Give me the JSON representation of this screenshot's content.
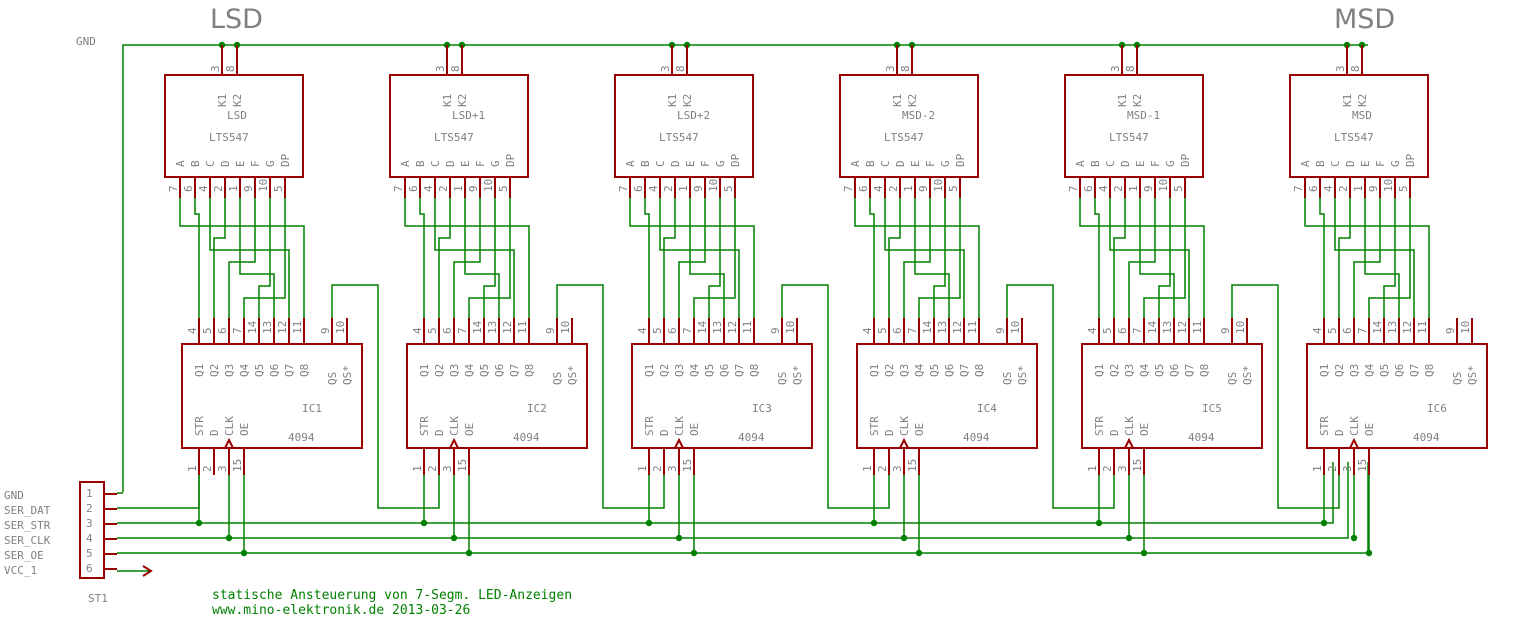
{
  "titles": {
    "lsd": "LSD",
    "msd": "MSD"
  },
  "gnd_label": "GND",
  "displays": [
    {
      "name": "LSD",
      "part": "LTS547"
    },
    {
      "name": "LSD+1",
      "part": "LTS547"
    },
    {
      "name": "LSD+2",
      "part": "LTS547"
    },
    {
      "name": "MSD-2",
      "part": "LTS547"
    },
    {
      "name": "MSD-1",
      "part": "LTS547"
    },
    {
      "name": "MSD",
      "part": "LTS547"
    }
  ],
  "display_top_pins": [
    "3",
    "8"
  ],
  "display_top_labels": [
    "K1",
    "K2"
  ],
  "display_seg_labels": [
    "A",
    "B",
    "C",
    "D",
    "E",
    "F",
    "G",
    "DP"
  ],
  "display_seg_pins": [
    "7",
    "6",
    "4",
    "2",
    "1",
    "9",
    "10",
    "5"
  ],
  "ics": [
    {
      "name": "IC1",
      "part": "4094"
    },
    {
      "name": "IC2",
      "part": "4094"
    },
    {
      "name": "IC3",
      "part": "4094"
    },
    {
      "name": "IC4",
      "part": "4094"
    },
    {
      "name": "IC5",
      "part": "4094"
    },
    {
      "name": "IC6",
      "part": "4094"
    }
  ],
  "ic_out_pins": [
    "4",
    "5",
    "6",
    "7",
    "14",
    "13",
    "12",
    "11"
  ],
  "ic_out_labels": [
    "Q1",
    "Q2",
    "Q3",
    "Q4",
    "Q5",
    "Q6",
    "Q7",
    "Q8"
  ],
  "ic_qs_pins": [
    "9",
    "10"
  ],
  "ic_qs_labels": [
    "QS",
    "QS*"
  ],
  "ic_in_pins": [
    "1",
    "2",
    "3",
    "15"
  ],
  "ic_in_labels": [
    "STR",
    "D",
    "CLK",
    "OE"
  ],
  "connector": {
    "name": "ST1",
    "pins": [
      "1",
      "2",
      "3",
      "4",
      "5",
      "6"
    ],
    "signals": [
      "GND",
      "SER_DAT",
      "SER_STR",
      "SER_CLK",
      "SER_OE",
      "VCC_1"
    ]
  },
  "note": {
    "line1": "statische Ansteuerung von 7-Segm. LED-Anzeigen",
    "line2": "www.mino-elektronik.de 2013-03-26"
  }
}
